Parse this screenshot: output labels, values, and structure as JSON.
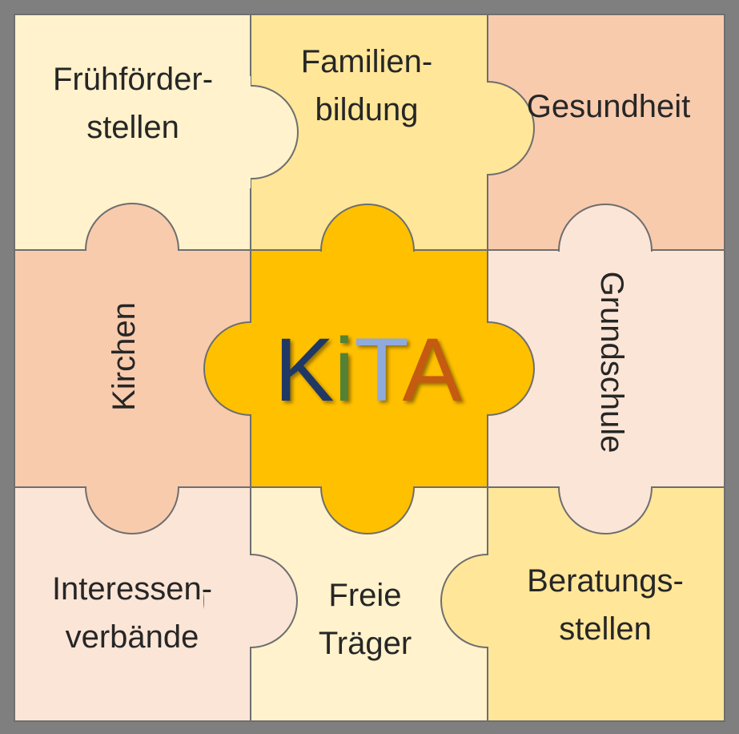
{
  "center": {
    "letters": [
      "K",
      "i",
      "T",
      "A"
    ],
    "colors": [
      "#203864",
      "#548235",
      "#8faadc",
      "#c55a11"
    ],
    "fill": "#ffc000"
  },
  "tiles": {
    "top_left": {
      "lines": [
        "Frühförder-",
        "stellen"
      ],
      "fill": "#fff2cc"
    },
    "top_middle": {
      "lines": [
        "Familien-",
        "bildung"
      ],
      "fill": "#ffe699"
    },
    "top_right": {
      "lines": [
        "Gesundheit"
      ],
      "fill": "#f8cbad"
    },
    "middle_left": {
      "lines": [
        "Kirchen"
      ],
      "fill": "#f8cbad"
    },
    "middle_right": {
      "lines": [
        "Grundschule"
      ],
      "fill": "#fbe5d6"
    },
    "bottom_left": {
      "lines": [
        "Interessen-",
        "verbände"
      ],
      "fill": "#fbe5d6"
    },
    "bottom_middle": {
      "lines": [
        "Freie",
        "Träger"
      ],
      "fill": "#fff2cc"
    },
    "bottom_right": {
      "lines": [
        "Beratungs-",
        "stellen"
      ],
      "fill": "#ffe699"
    }
  }
}
